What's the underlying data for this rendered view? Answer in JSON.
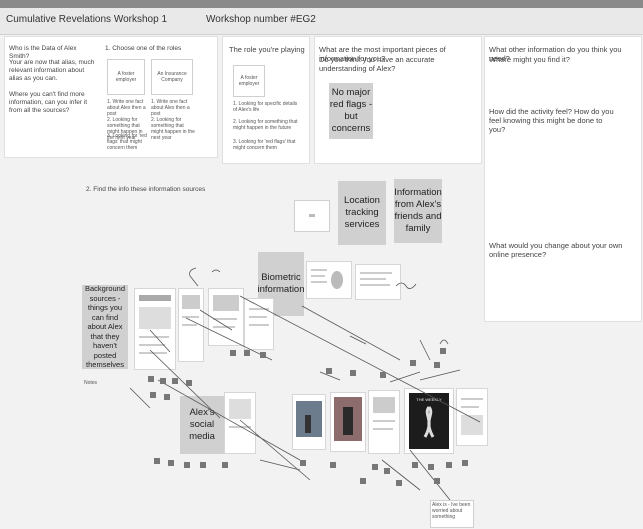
{
  "tabs": {
    "title": "Cumulative Revelations Workshop 1",
    "number": "Workshop number #EG2"
  },
  "panel1": {
    "q1": "Who is the Data of Alex Smith?",
    "q2": "Your are now that alias, much relevant information about alias as you can.",
    "q3": "Where you can't find more information, can you infer it from all the sources?",
    "heading": "1. Choose one of the roles",
    "role_a": "A foster employer",
    "role_b": "An Insurance Company",
    "role_notes": [
      "1. Write one fact about Alex then a post",
      "2. Looking for something that might happen in the next year",
      "3. Looking for 'red flags' that might concern them"
    ]
  },
  "panel2": {
    "heading": "The role you're playing",
    "role": "A foster employer",
    "notes": [
      "1. Looking for specific details of Alex's life",
      "2. Looking for something that might happen in the future",
      "3. Looking for 'red flags' that might concern them"
    ]
  },
  "panel3": {
    "q1": "What are the most important pieces of information for you?",
    "q2": "Do you think you have an accurate understanding of Alex?",
    "sticky": "No major red flags - but concerns"
  },
  "panel4": {
    "q1": "What other information do you think you need?",
    "q2": "Where might you find it?",
    "q3": "How did the activity feel? How do you feel knowing this might be done to you?",
    "q4": "What would you change about your own online presence?"
  },
  "board": {
    "instruction": "2. Find the info these information sources",
    "sticky_location": "Location tracking services",
    "sticky_friends": "Information from Alex's friends and family",
    "sticky_biometric": "Biometric information",
    "sticky_background": "Background sources - things you can find about Alex that they haven't posted themselves",
    "sticky_social": "Alex's social media",
    "poster_title": "THE WEEKLY",
    "bottom_note": "Alex is - Ive been worried about something",
    "small_label": "Notes"
  },
  "colors": {
    "sticky": "#d0d0d0",
    "background": "#f2f2f2",
    "panel": "#ffffff"
  }
}
